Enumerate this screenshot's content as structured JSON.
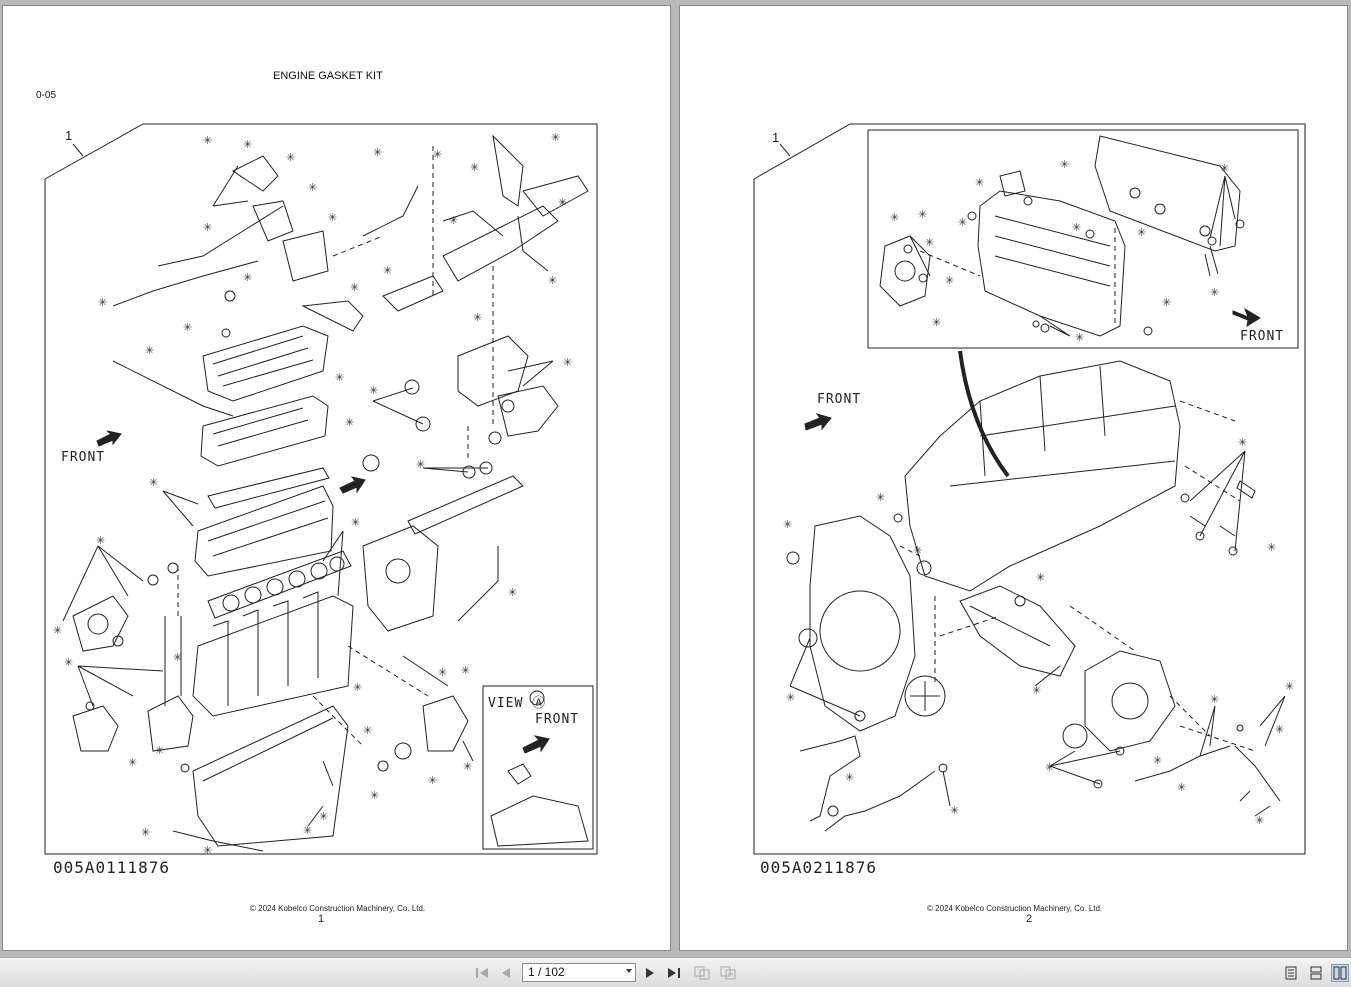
{
  "viewer": {
    "page_indicator": "1 / 102"
  },
  "pages": [
    {
      "title": "ENGINE GASKET KIT",
      "section": "0-05",
      "callout": "1",
      "front_label": "FRONT",
      "view_label": "VIEW Ⓐ",
      "view_front_label": "FRONT",
      "marker": "Ⓐ",
      "figure_code": "005A0111876",
      "copyright": "© 2024 Kobelco Construction Machinery, Co. Ltd.",
      "page_number": "1"
    },
    {
      "callout": "1",
      "front_label_top": "FRONT",
      "front_label_left": "FRONT",
      "figure_code": "005A0211876",
      "copyright": "© 2024 Kobelco Construction Machinery, Co. Ltd.",
      "page_number": "2"
    }
  ]
}
